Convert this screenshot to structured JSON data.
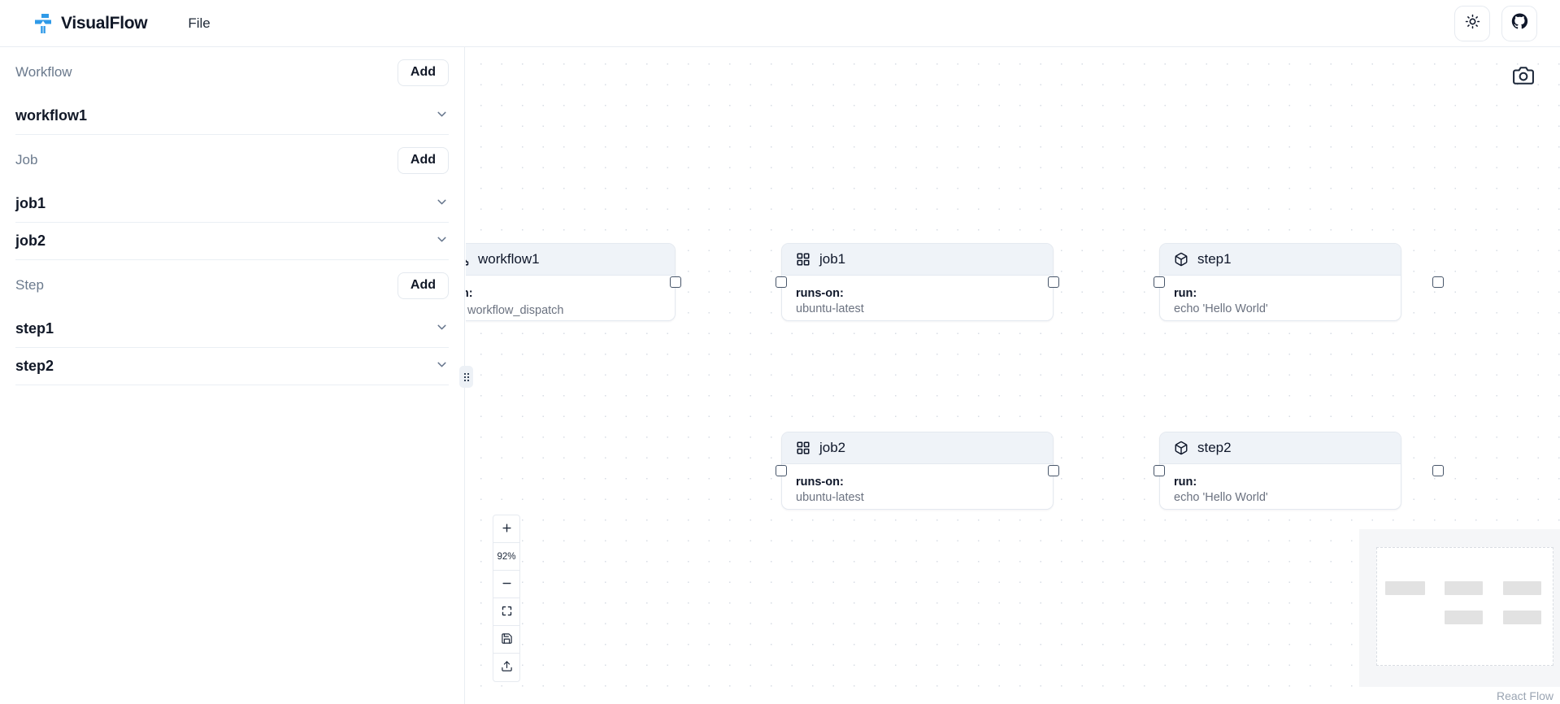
{
  "app": {
    "name": "VisualFlow",
    "logo_icon": "workflow-logo-icon"
  },
  "header": {
    "menu": [
      {
        "label": "File",
        "name": "menu-file"
      }
    ],
    "actions": [
      {
        "name": "theme-toggle-button",
        "icon": "sun-icon",
        "label": "Toggle theme"
      },
      {
        "name": "github-link-button",
        "icon": "github-icon",
        "label": "GitHub"
      }
    ]
  },
  "sidebar": {
    "sections": [
      {
        "label": "Workflow",
        "add_label": "Add",
        "add_name": "add-workflow-button",
        "items": [
          {
            "label": "workflow1",
            "name": "sidebar-item-workflow1"
          }
        ]
      },
      {
        "label": "Job",
        "add_label": "Add",
        "add_name": "add-job-button",
        "items": [
          {
            "label": "job1",
            "name": "sidebar-item-job1"
          },
          {
            "label": "job2",
            "name": "sidebar-item-job2"
          }
        ]
      },
      {
        "label": "Step",
        "add_label": "Add",
        "add_name": "add-step-button",
        "items": [
          {
            "label": "step1",
            "name": "sidebar-item-step1"
          },
          {
            "label": "step2",
            "name": "sidebar-item-step2"
          }
        ]
      }
    ]
  },
  "canvas": {
    "screenshot_icon": "camera-icon",
    "attribution": "React Flow",
    "nodes": [
      {
        "id": "workflow1",
        "title": "workflow1",
        "icon": "sitemap-icon",
        "key": "on:",
        "value": "",
        "bullets": [
          "workflow_dispatch"
        ]
      },
      {
        "id": "job1",
        "title": "job1",
        "icon": "grid-icon",
        "key": "runs-on:",
        "value": "ubuntu-latest",
        "bullets": []
      },
      {
        "id": "step1",
        "title": "step1",
        "icon": "cube-icon",
        "key": "run:",
        "value": "echo 'Hello World'",
        "bullets": []
      },
      {
        "id": "job2",
        "title": "job2",
        "icon": "grid-icon",
        "key": "runs-on:",
        "value": "ubuntu-latest",
        "bullets": []
      },
      {
        "id": "step2",
        "title": "step2",
        "icon": "cube-icon",
        "key": "run:",
        "value": "echo 'Hello World'",
        "bullets": []
      }
    ],
    "controls": {
      "zoom_in_label": "+",
      "zoom_level": "92%",
      "zoom_out_label": "−",
      "fit_view_icon": "fit-view-icon",
      "save_icon": "save-icon",
      "export_icon": "export-icon"
    }
  },
  "colors": {
    "brand": "#2f9ae8",
    "node_header": "#eff3f8",
    "border": "#e4e9f0",
    "muted_text": "#6b7280"
  }
}
